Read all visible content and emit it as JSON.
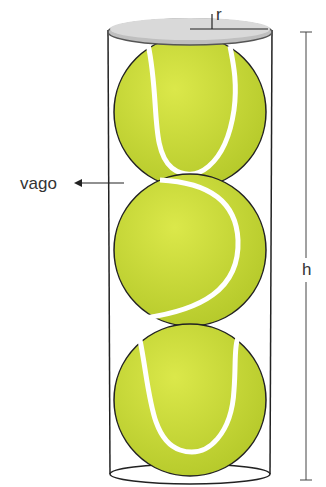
{
  "diagram": {
    "labels": [
      "r",
      "vago",
      "h"
    ]
  }
}
